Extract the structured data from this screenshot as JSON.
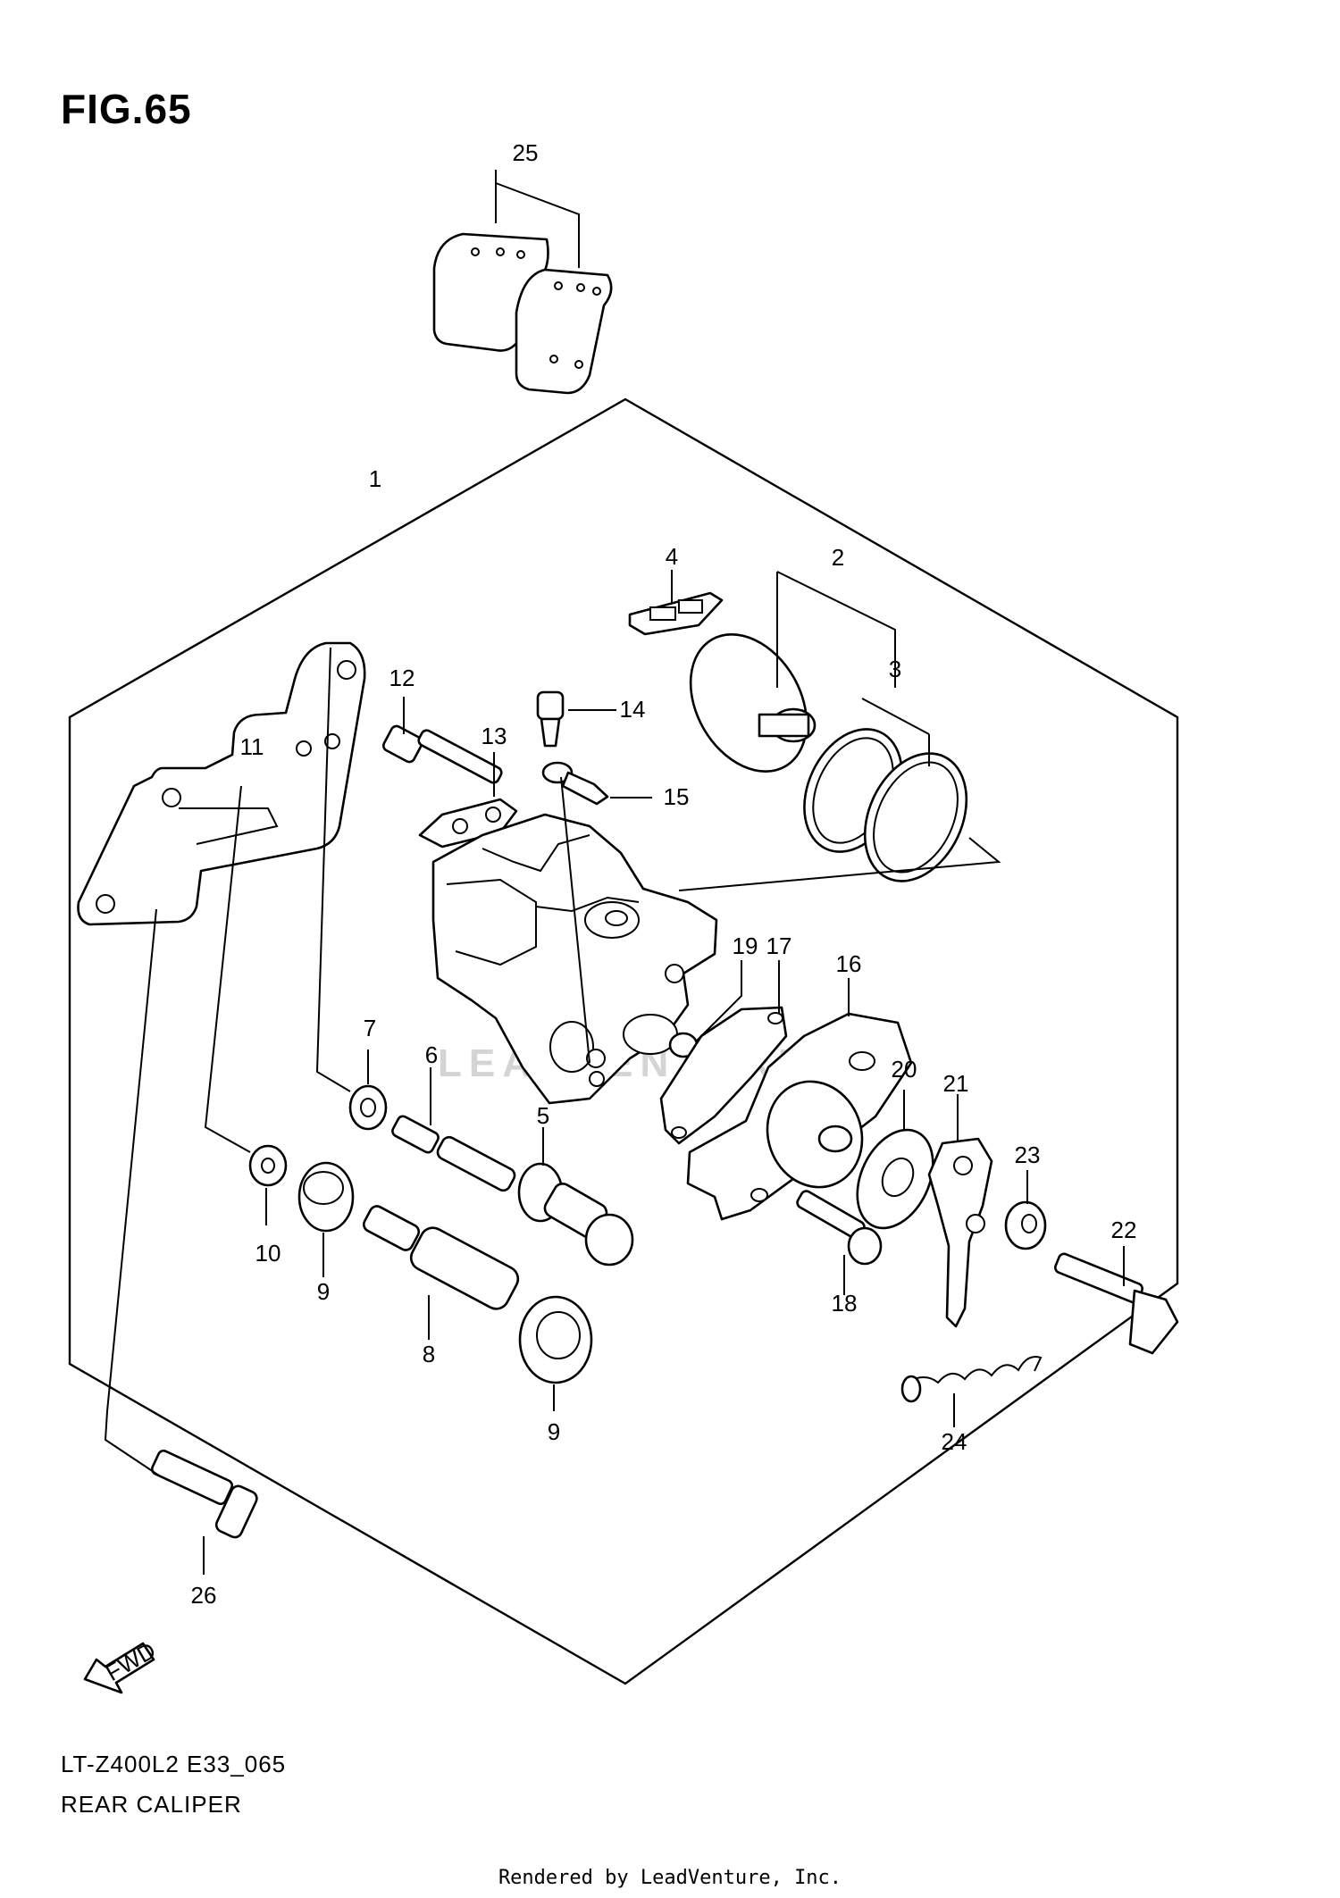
{
  "figure": {
    "title": "FIG.65"
  },
  "callouts": [
    "25",
    "1",
    "2",
    "3",
    "4",
    "11",
    "12",
    "13",
    "14",
    "15",
    "19",
    "17",
    "16",
    "7",
    "6",
    "20",
    "21",
    "23",
    "22",
    "5",
    "10",
    "9",
    "8",
    "18",
    "9",
    "24",
    "26"
  ],
  "watermark": "LEADVENTURE",
  "fwd_label": "FWD",
  "footer": {
    "model_code": "LT-Z400L2 E33_065",
    "assembly_name": "REAR CALIPER",
    "credit": "Rendered by LeadVenture, Inc."
  }
}
